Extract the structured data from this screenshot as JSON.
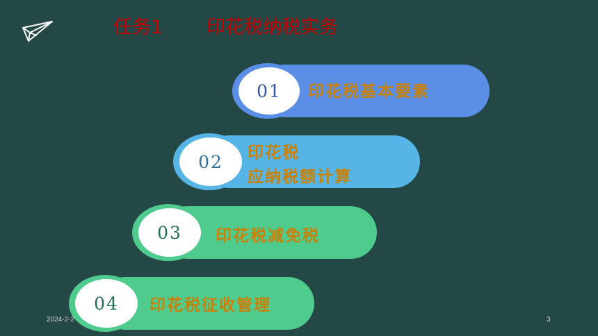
{
  "header": {
    "task_label": "任务1",
    "title": "印花税纳税实务"
  },
  "items": [
    {
      "number": "01",
      "label": "印花税基本要素",
      "color": "#5B8EE6",
      "number_color": "#2F55A4"
    },
    {
      "number": "02",
      "label_line1": "印花税",
      "label_line2": "应纳税额计算",
      "color": "#56B4E6",
      "number_color": "#2A6E9A"
    },
    {
      "number": "03",
      "label": "印花税减免税",
      "color": "#4FCB8E",
      "number_color": "#1F6E55"
    },
    {
      "number": "04",
      "label": "印花税征收管理",
      "color": "#4FCB8E",
      "number_color": "#1F6E55"
    }
  ],
  "footer": {
    "date": "2024-2-2",
    "page_number": "3"
  },
  "icons": {
    "logo": "paper-plane-icon"
  }
}
